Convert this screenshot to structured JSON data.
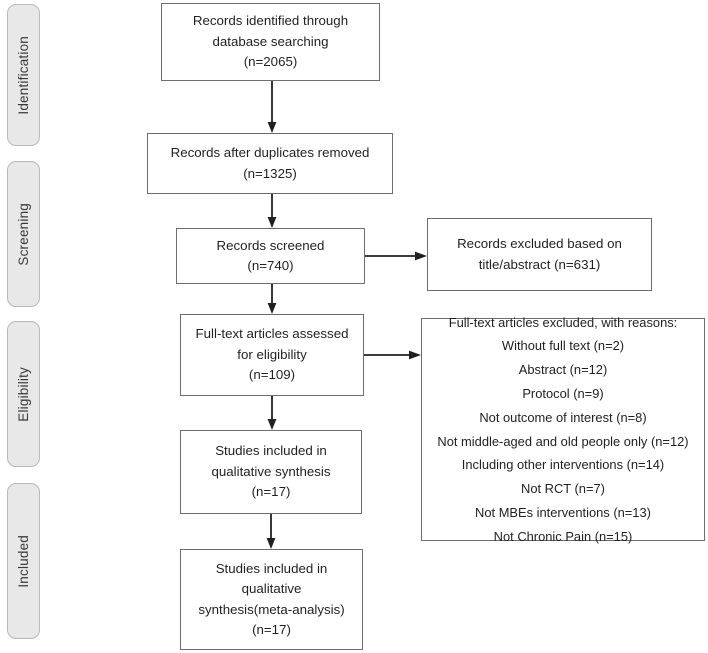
{
  "diagram": {
    "title": "PRISMA study selection flow diagram",
    "line_color": "#231f20",
    "box_border_color": "#6d6d6d",
    "stage_fill_color": "#e8e8e8",
    "stage_border_color": "#b9b9b9",
    "background_color": "#ffffff"
  },
  "stages": [
    {
      "label": "Identification"
    },
    {
      "label": "Screening"
    },
    {
      "label": "Eligibility"
    },
    {
      "label": "Included"
    }
  ],
  "boxes": {
    "identified": {
      "lines": [
        "Records identified through",
        "database searching",
        "(n=2065)"
      ]
    },
    "deduplicated": {
      "lines": [
        "Records after duplicates removed",
        "(n=1325)"
      ]
    },
    "screened": {
      "lines": [
        "Records screened",
        "(n=740)"
      ]
    },
    "excluded_screening": {
      "lines": [
        "Records excluded based on",
        "title/abstract (n=631)"
      ]
    },
    "fulltext_assessed": {
      "lines": [
        "Full-text articles assessed",
        "for eligibility",
        "(n=109)"
      ]
    },
    "excluded_fulltext": {
      "lines": [
        "Full-text articles excluded, with reasons:",
        "Without full text (n=2)",
        "Abstract (n=12)",
        "Protocol (n=9)",
        "Not outcome of interest (n=8)",
        "Not middle-aged and old people only (n=12)",
        "Including other interventions (n=14)",
        "Not RCT (n=7)",
        "Not MBEs interventions (n=13)",
        "Not Chronic Pain (n=15)"
      ]
    },
    "qualitative": {
      "lines": [
        "Studies included in",
        "qualitative synthesis",
        "(n=17)"
      ]
    },
    "quantitative": {
      "lines": [
        "Studies included in",
        "qualitative",
        "synthesis(meta-analysis)",
        "(n=17)"
      ]
    }
  },
  "counts": {
    "records_identified": 2065,
    "records_after_duplicates": 1325,
    "records_screened": 740,
    "records_excluded_title_abstract": 631,
    "fulltext_assessed": 109,
    "studies_qualitative": 17,
    "studies_meta_analysis": 17,
    "exclusion_reasons": [
      {
        "reason": "Without full text",
        "n": 2
      },
      {
        "reason": "Abstract",
        "n": 12
      },
      {
        "reason": "Protocol",
        "n": 9
      },
      {
        "reason": "Not outcome of interest",
        "n": 8
      },
      {
        "reason": "Not middle-aged and old people only",
        "n": 12
      },
      {
        "reason": "Including other interventions",
        "n": 14
      },
      {
        "reason": "Not RCT",
        "n": 7
      },
      {
        "reason": "Not MBEs interventions",
        "n": 13
      },
      {
        "reason": "Not Chronic Pain",
        "n": 15
      }
    ]
  }
}
